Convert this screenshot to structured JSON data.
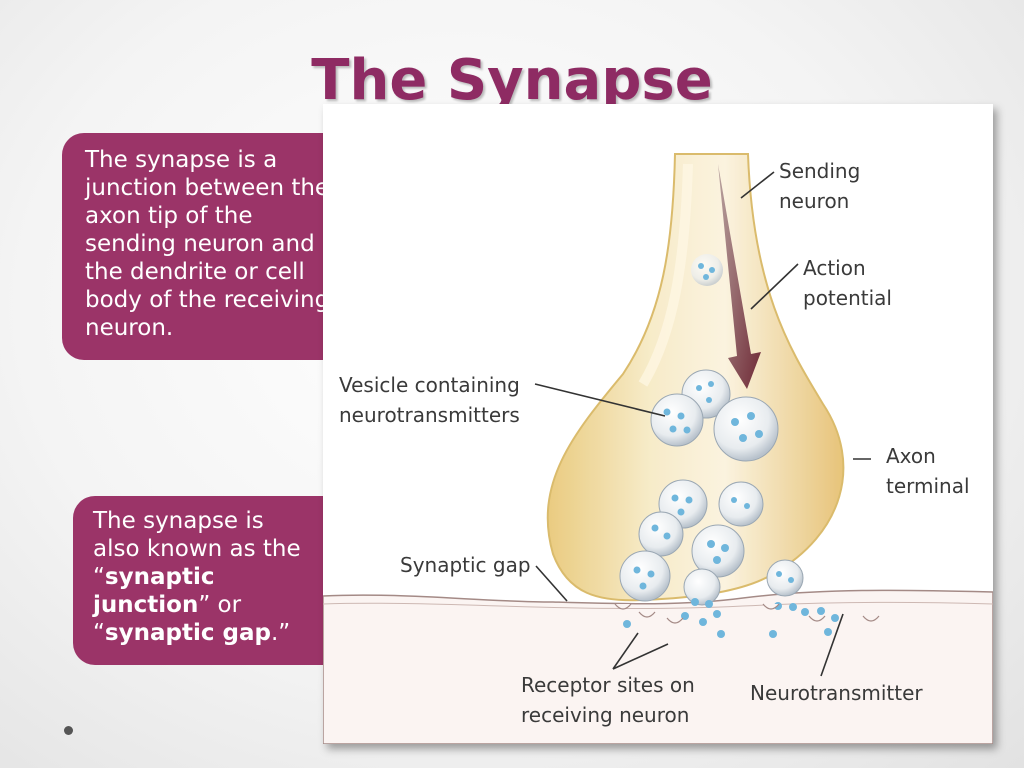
{
  "slide": {
    "title": "The Synapse",
    "box1": {
      "lines": [
        "The synapse is a",
        "junction between the",
        "axon tip of the",
        "sending neuron and",
        "the dendrite or cell",
        "body of the receiving",
        "neuron."
      ]
    },
    "box2": {
      "line1": "The synapse is",
      "line2": "also known as the",
      "quote_open1": "“",
      "term1_part1": "synaptic",
      "term1_part2": "junction",
      "quote_close1": "”",
      "or": " or",
      "quote_open2": "“",
      "term2": "synaptic gap",
      "quote_close2": ".”"
    }
  },
  "diagram": {
    "labels": {
      "sending_neuron_1": "Sending",
      "sending_neuron_2": "neuron",
      "action_potential_1": "Action",
      "action_potential_2": "potential",
      "vesicle_1": "Vesicle containing",
      "vesicle_2": "neurotransmitters",
      "axon_terminal_1": "Axon",
      "axon_terminal_2": "terminal",
      "synaptic_gap": "Synaptic gap",
      "receptor_sites_1": "Receptor sites on",
      "receptor_sites_2": "receiving neuron",
      "neurotransmitter": "Neurotransmitter"
    },
    "colors": {
      "title": "#8e2b63",
      "box_fill": "#9b3468",
      "arrow": "#7a2e3a",
      "neuron_fill": "#f3dfa3",
      "vesicle_dot": "#6fb6dc"
    }
  }
}
